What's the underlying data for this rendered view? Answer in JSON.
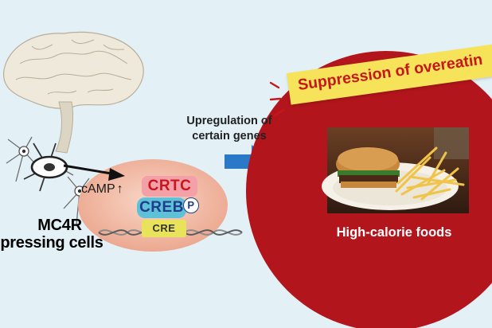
{
  "cell_label": {
    "line1": "MC4R",
    "line2": "pressing cells"
  },
  "signal": {
    "camp": "cAMP",
    "camp_arrow": "↑"
  },
  "molecules": {
    "crtc": "CRTC",
    "creb": "CREB",
    "phospho": "P",
    "cre": "CRE"
  },
  "arrow_label": {
    "line1": "Upregulation of",
    "line2": "certain genes"
  },
  "banner": {
    "text": "Suppression of overeatin"
  },
  "food_label": "High-calorie foods",
  "colors": {
    "background": "#e3f1f7",
    "nucleus": "#f4b9a2",
    "crtc": "#f4a0a8",
    "creb": "#5fc1d8",
    "cre": "#e8e35a",
    "arrow": "#2a78c8",
    "circle": "#b3151c",
    "banner": "#f6e35a",
    "banner_text": "#c8161d"
  }
}
